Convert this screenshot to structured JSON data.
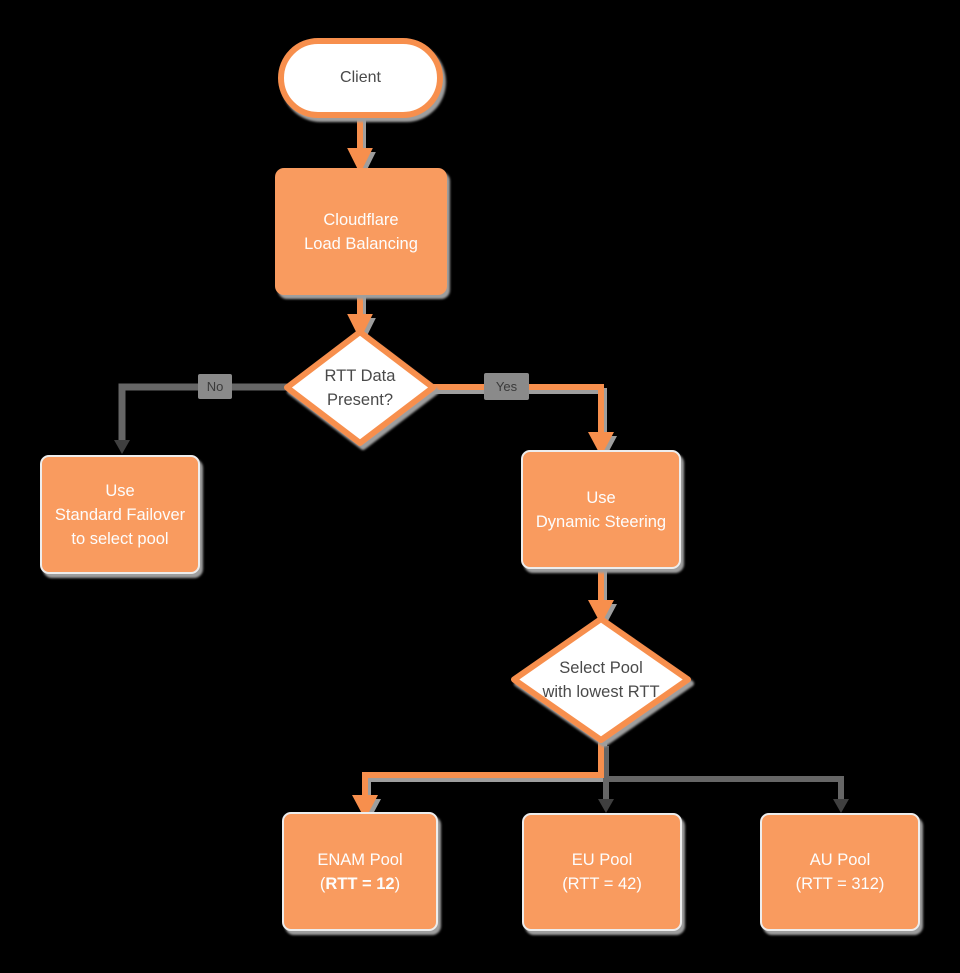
{
  "diagram": {
    "name": "Cloudflare Load Balancing dynamic steering flowchart",
    "background": "#000000",
    "colors": {
      "node_fill_orange": "#F99B5F",
      "line_orange": "#F78F4D",
      "line_gray": "#666666",
      "arrow_gray": "#3F3F3F",
      "shadow_gray": "#9E9E9E",
      "decision_fill": "#FFFFFF",
      "dark_text": "#4A4A4A",
      "white_text": "#FDFDFD",
      "chip_bg": "#8A8A8A"
    }
  },
  "nodes": {
    "client": {
      "label": "Client"
    },
    "load_balancing": {
      "line1": "Cloudflare",
      "line2": "Load Balancing"
    },
    "rtt_decision": {
      "line1": "RTT Data",
      "line2": "Present?"
    },
    "standard_failover": {
      "line1": "Use",
      "line2": "Standard Failover",
      "line3": "to select pool"
    },
    "dynamic_steering": {
      "line1": "Use",
      "line2": "Dynamic Steering"
    },
    "select_pool": {
      "line1": "Select Pool",
      "line2": "with lowest RTT"
    },
    "enam_pool": {
      "line1": "ENAM Pool",
      "line2_prefix": "(",
      "line2_bold": "RTT = 12",
      "line2_suffix": ")"
    },
    "eu_pool": {
      "line1": "EU Pool",
      "line2": "(RTT = 42)"
    },
    "au_pool": {
      "line1": "AU Pool",
      "line2": "(RTT = 312)"
    }
  },
  "edge_labels": {
    "no": "No",
    "yes": "Yes"
  }
}
